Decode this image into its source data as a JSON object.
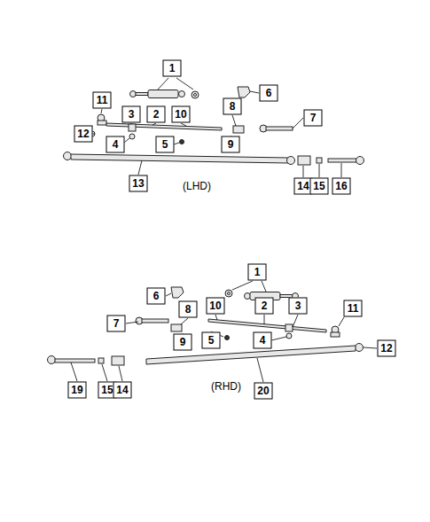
{
  "diagram": {
    "labels": [
      "1",
      "6",
      "11",
      "3",
      "2",
      "10",
      "8",
      "7",
      "12",
      "4",
      "5",
      "9",
      "13",
      "(LHD)",
      "14",
      "15",
      "16",
      "1",
      "6",
      "10",
      "2",
      "3",
      "11",
      "7",
      "8",
      "5",
      "4",
      "9",
      "12",
      "(RHD)",
      "19",
      "15",
      "14",
      "20"
    ]
  }
}
